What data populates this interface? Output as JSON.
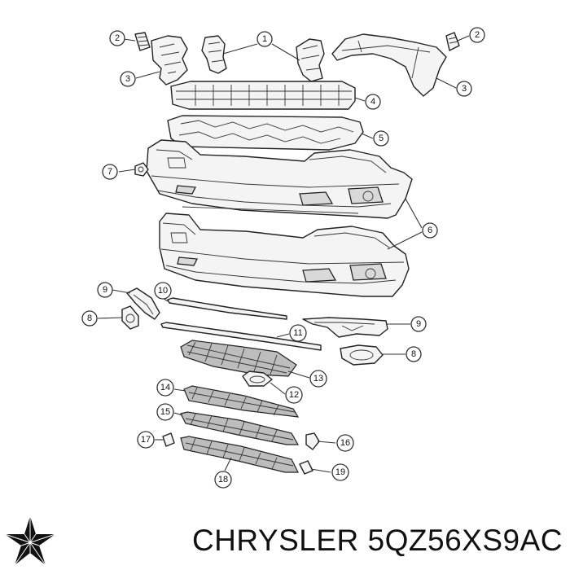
{
  "callouts": [
    {
      "id": "c1",
      "label": "1"
    },
    {
      "id": "c2a",
      "label": "2"
    },
    {
      "id": "c2b",
      "label": "2"
    },
    {
      "id": "c3a",
      "label": "3"
    },
    {
      "id": "c3b",
      "label": "3"
    },
    {
      "id": "c4",
      "label": "4"
    },
    {
      "id": "c5",
      "label": "5"
    },
    {
      "id": "c6",
      "label": "6"
    },
    {
      "id": "c7",
      "label": "7"
    },
    {
      "id": "c8a",
      "label": "8"
    },
    {
      "id": "c8b",
      "label": "8"
    },
    {
      "id": "c9a",
      "label": "9"
    },
    {
      "id": "c9b",
      "label": "9"
    },
    {
      "id": "c10",
      "label": "10"
    },
    {
      "id": "c11",
      "label": "11"
    },
    {
      "id": "c12",
      "label": "12"
    },
    {
      "id": "c13",
      "label": "13"
    },
    {
      "id": "c14",
      "label": "14"
    },
    {
      "id": "c15",
      "label": "15"
    },
    {
      "id": "c16",
      "label": "16"
    },
    {
      "id": "c17",
      "label": "17"
    },
    {
      "id": "c18",
      "label": "18"
    },
    {
      "id": "c19",
      "label": "19"
    }
  ],
  "footer": {
    "brand_part": "CHRYSLER 5QZ56XS9AC"
  },
  "logo": {
    "icon": "chrysler-pentastar-icon",
    "color": "#111111"
  }
}
